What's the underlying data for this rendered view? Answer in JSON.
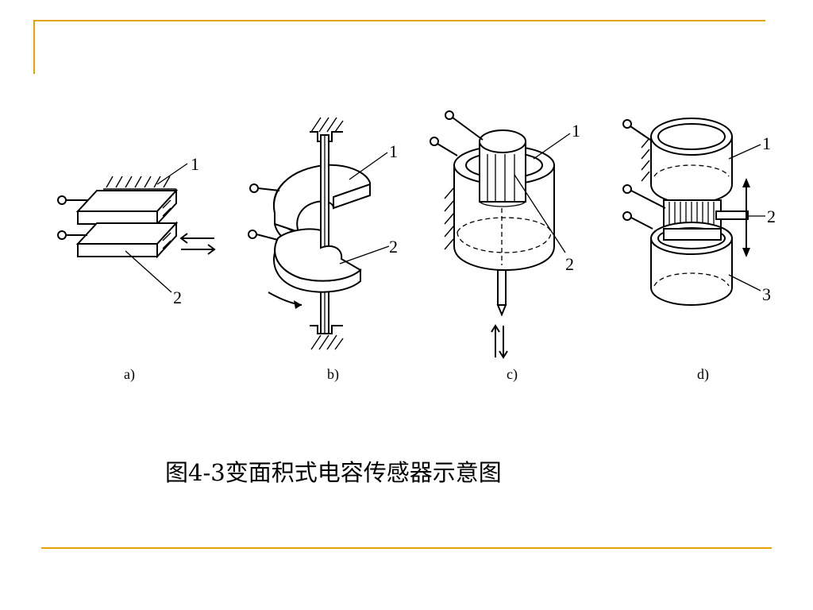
{
  "slide": {
    "accent_color": "#E8A200",
    "caption": "图4-3变面积式电容传感器示意图"
  },
  "figures": [
    {
      "id": "a",
      "sublabel": "a)",
      "part_labels": [
        "1",
        "2"
      ]
    },
    {
      "id": "b",
      "sublabel": "b)",
      "part_labels": [
        "1",
        "2"
      ]
    },
    {
      "id": "c",
      "sublabel": "c)",
      "part_labels": [
        "1",
        "2"
      ]
    },
    {
      "id": "d",
      "sublabel": "d)",
      "part_labels": [
        "1",
        "2",
        "3"
      ]
    }
  ]
}
